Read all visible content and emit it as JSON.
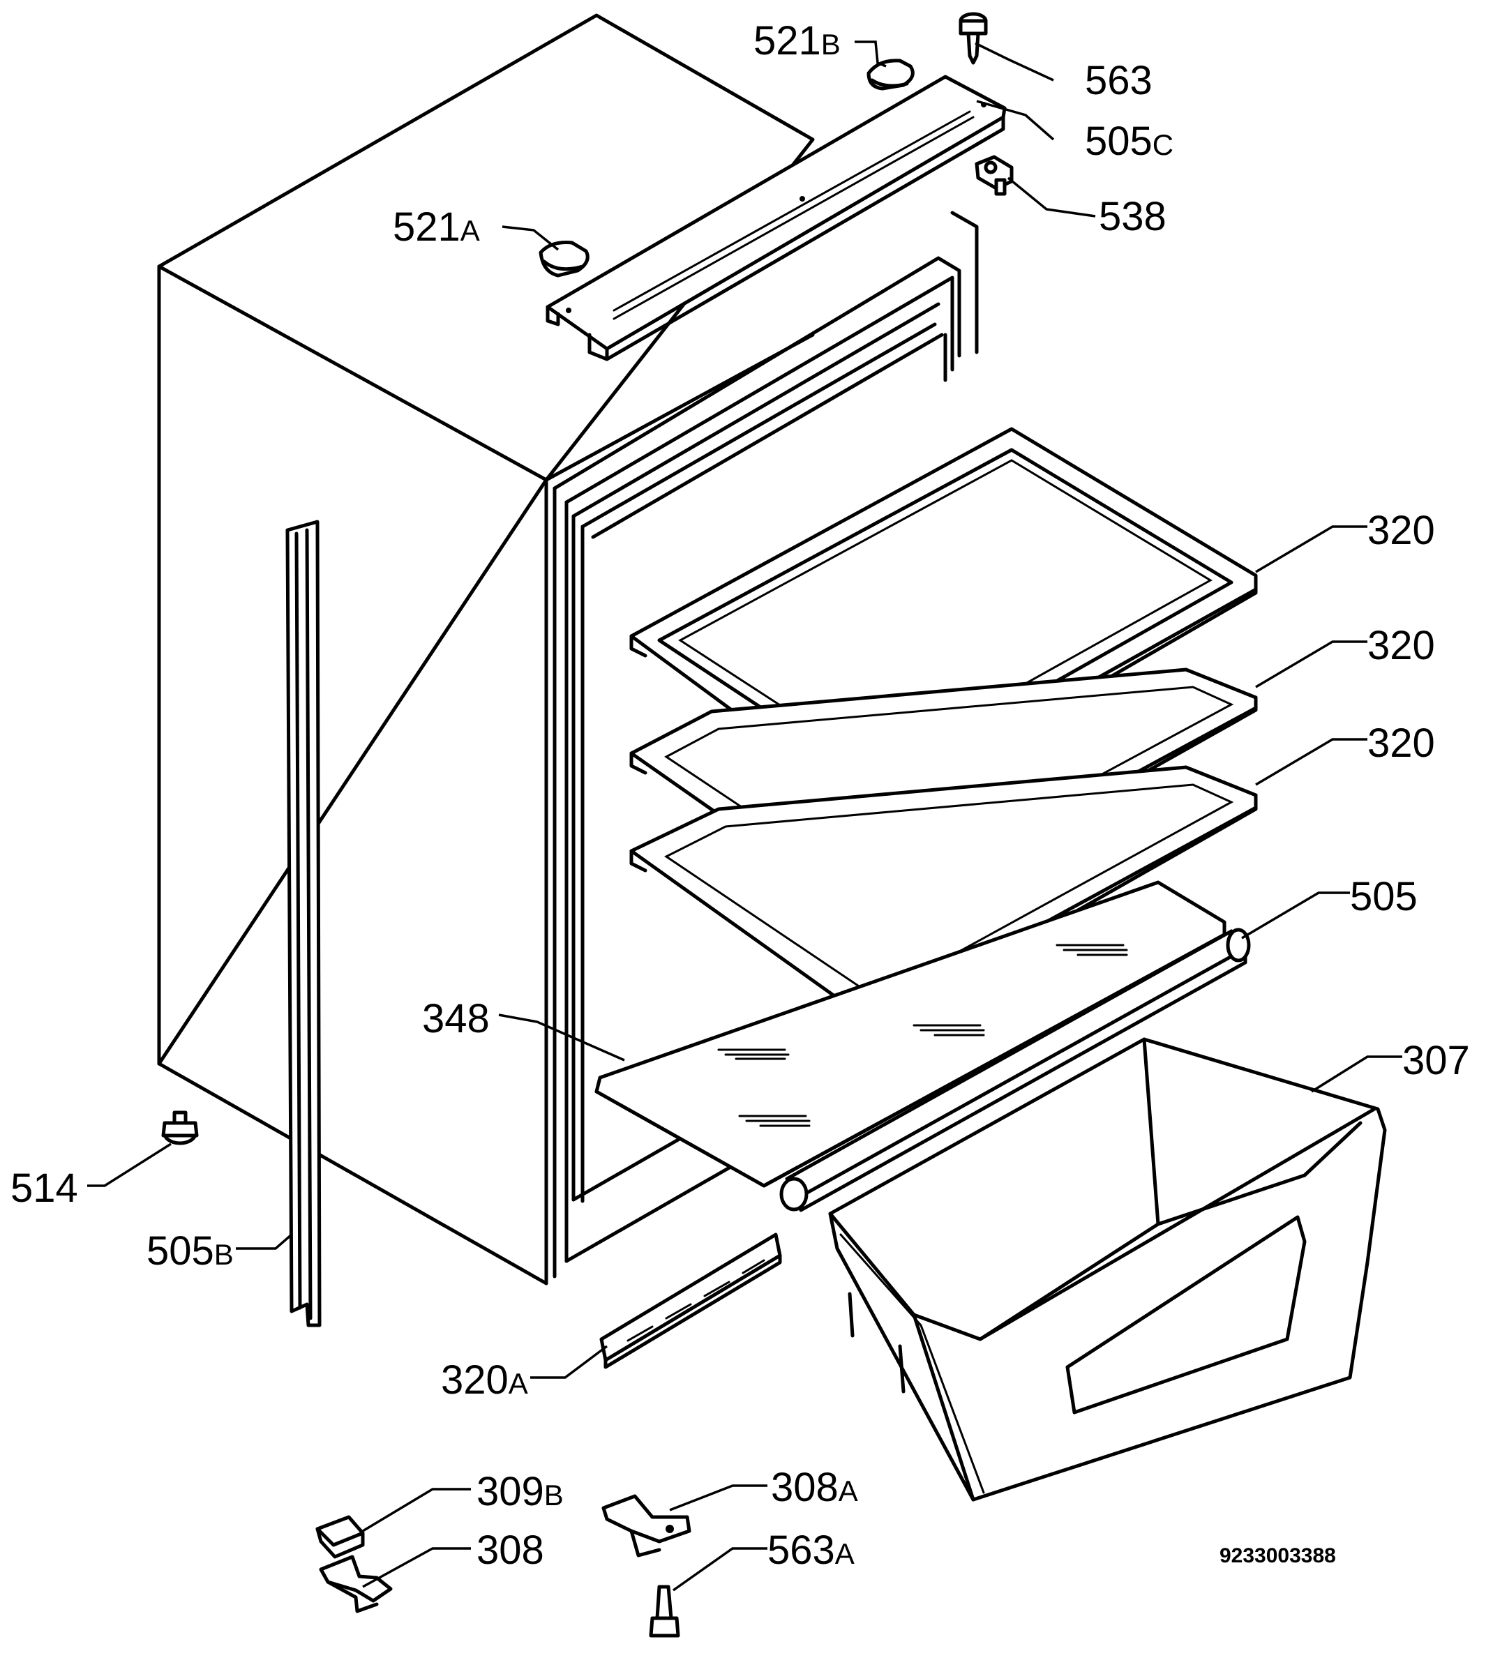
{
  "labels": {
    "p521b": {
      "num": "521",
      "suffix": "B"
    },
    "p563": {
      "num": "563",
      "suffix": ""
    },
    "p505c": {
      "num": "505",
      "suffix": "C"
    },
    "p521a": {
      "num": "521",
      "suffix": "A"
    },
    "p538": {
      "num": "538",
      "suffix": ""
    },
    "p320_1": {
      "num": "320",
      "suffix": ""
    },
    "p320_2": {
      "num": "320",
      "suffix": ""
    },
    "p320_3": {
      "num": "320",
      "suffix": ""
    },
    "p505": {
      "num": "505",
      "suffix": ""
    },
    "p348": {
      "num": "348",
      "suffix": ""
    },
    "p307": {
      "num": "307",
      "suffix": ""
    },
    "p514": {
      "num": "514",
      "suffix": ""
    },
    "p505b": {
      "num": "505",
      "suffix": "B"
    },
    "p320a": {
      "num": "320",
      "suffix": "A"
    },
    "p309b": {
      "num": "309",
      "suffix": "B"
    },
    "p308a": {
      "num": "308",
      "suffix": "A"
    },
    "p308": {
      "num": "308",
      "suffix": ""
    },
    "p563a": {
      "num": "563",
      "suffix": "A"
    }
  },
  "doc_number": "9233003388"
}
